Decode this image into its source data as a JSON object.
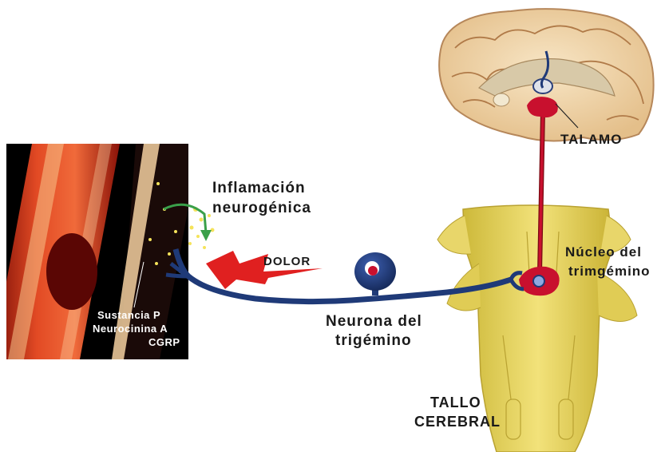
{
  "labels": {
    "talamo": "TALAMO",
    "inflamacion_line1": "Inflamación",
    "inflamacion_line2": "neurogénica",
    "dolor": "DOLOR",
    "nucleo_line1": "Núcleo del",
    "nucleo_line2": "trimgémino",
    "neurona_line1": "Neurona del",
    "neurona_line2": "trigémino",
    "sustancia_line1": "Sustancia P",
    "sustancia_line2": "Neurocinina A",
    "sustancia_line3": "CGRP",
    "tallo_line1": "TALLO",
    "tallo_line2": "CEREBRAL"
  },
  "colors": {
    "vessel_red": "#d8321e",
    "vessel_panel_bg": "#000000",
    "neuron_blue": "#1f3a78",
    "pathway_red": "#c8102e",
    "brain_beige": "#f2d9b0",
    "brainstem_yellow": "#e3d05a",
    "dolor_bolt": "#e02020",
    "arrow_green": "#3aa04a",
    "particle_yellow": "#f5e35a"
  }
}
